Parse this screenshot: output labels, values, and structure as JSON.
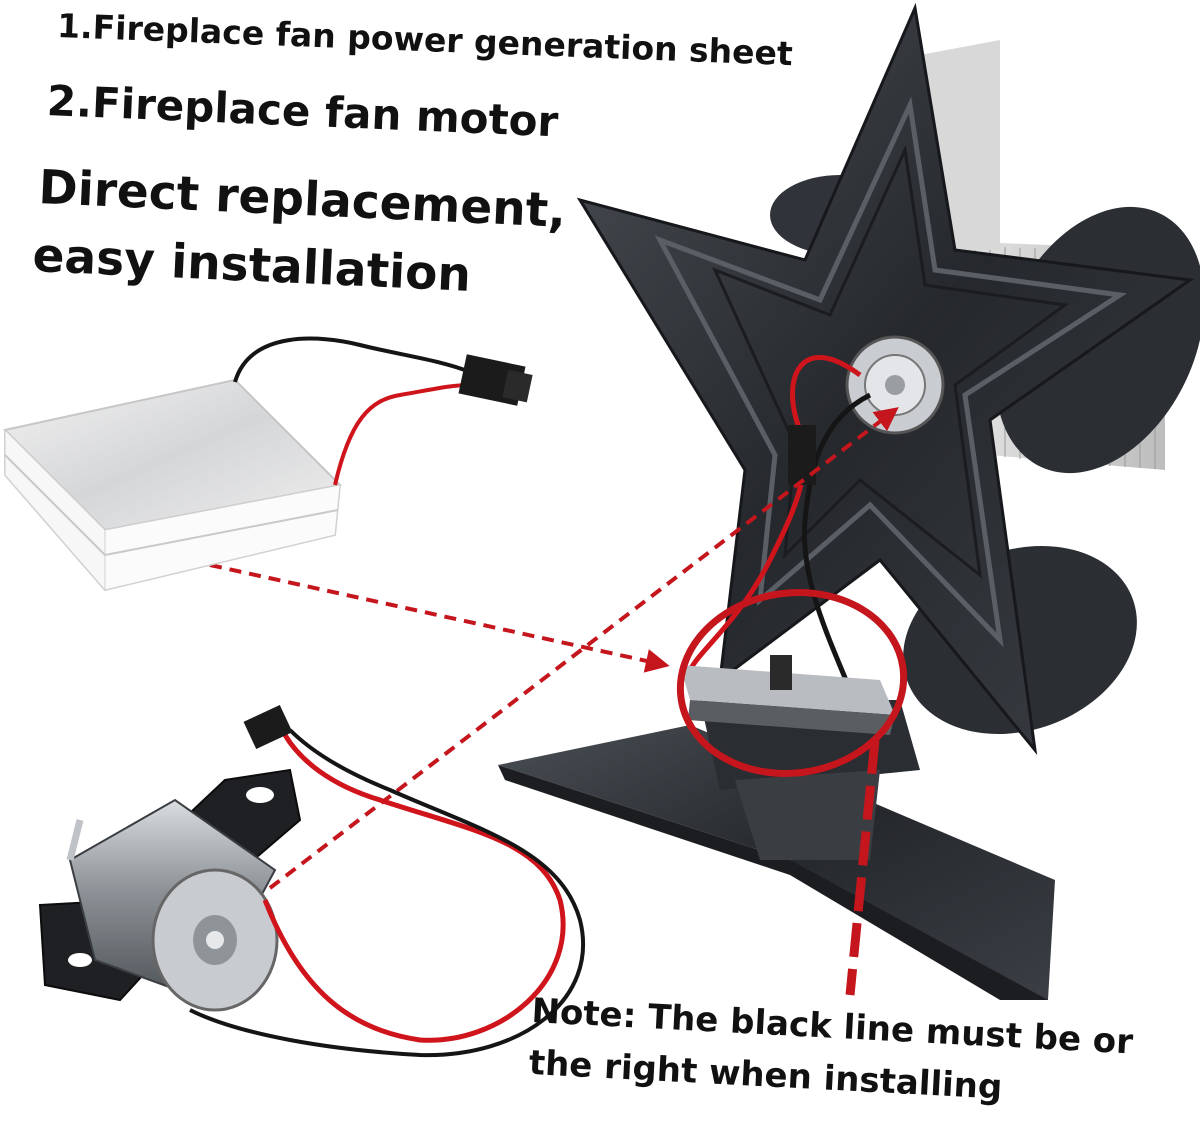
{
  "features": {
    "line1": "1.Fireplace fan power generation sheet",
    "line2": "2.Fireplace fan motor",
    "line3a": "Direct replacement,",
    "line3b": "easy installation"
  },
  "note": {
    "line1": "Note: The black line must be or",
    "line2": "the right when installing"
  },
  "colors": {
    "annotation_red": "#c4161c",
    "fan_metal": "#2c2f33",
    "wire_red": "#d0141c",
    "wire_black": "#151515"
  },
  "icons": [
    "thermoelectric-sheet",
    "fan-motor",
    "star-fan",
    "highlight-circle",
    "dashed-arrow"
  ]
}
